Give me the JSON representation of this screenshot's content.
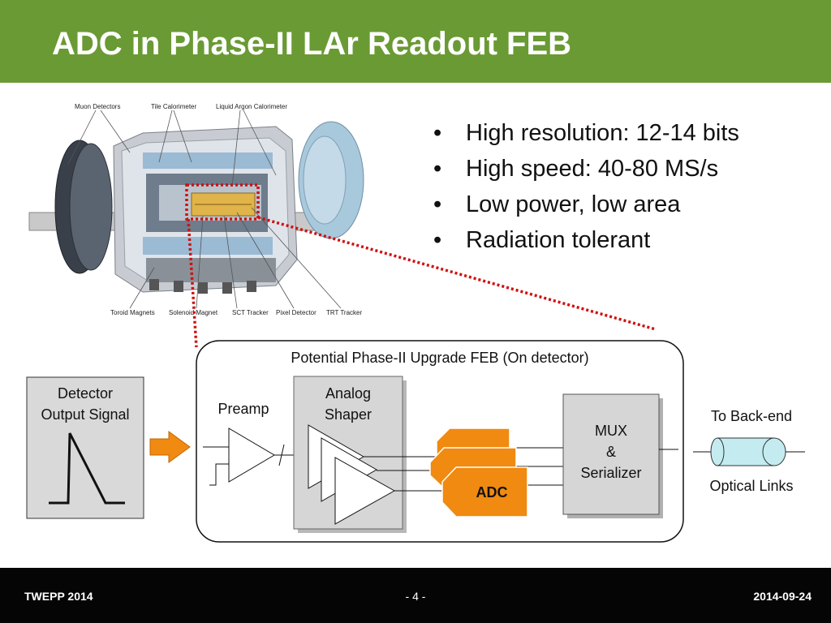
{
  "slide": {
    "title": "ADC in Phase-II LAr Readout FEB",
    "bullets": [
      "High resolution: 12-14 bits",
      "High speed: 40-80 MS/s",
      "Low power, low area",
      "Radiation tolerant"
    ]
  },
  "detector_image": {
    "labels_top": [
      "Muon Detectors",
      "Tile Calorimeter",
      "Liquid Argon Calorimeter"
    ],
    "labels_bottom": [
      "Toroid Magnets",
      "Solenoid Magnet",
      "SCT Tracker",
      "Pixel Detector",
      "TRT Tracker"
    ]
  },
  "diagram": {
    "feb_title": "Potential Phase-II Upgrade FEB (On detector)",
    "detector_output": "Detector\nOutput Signal",
    "preamp": "Preamp",
    "shaper": "Analog\nShaper",
    "adc": "ADC",
    "mux": "MUX\n&\nSerializer",
    "to_backend": "To Back-end",
    "optical_links": "Optical Links"
  },
  "footer": {
    "left": "TWEPP 2014",
    "center": "- 4 -",
    "right": "2014-09-24"
  },
  "colors": {
    "title_bar": "#6a9a34",
    "adc_orange": "#f08a10",
    "optical_cyan": "#c4ecf0",
    "footer": "#050505"
  }
}
